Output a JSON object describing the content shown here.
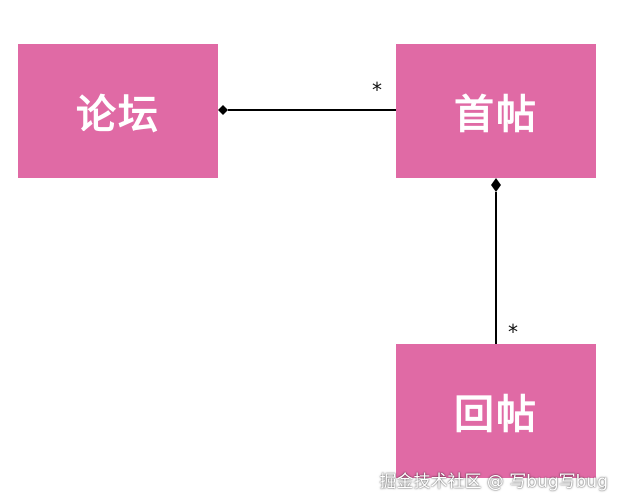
{
  "diagram": {
    "nodes": {
      "forum": {
        "label": "论坛"
      },
      "post": {
        "label": "首帖"
      },
      "reply": {
        "label": "回帖"
      }
    },
    "edges": [
      {
        "from": "forum",
        "to": "post",
        "type": "composition",
        "multiplicity": "*"
      },
      {
        "from": "post",
        "to": "reply",
        "type": "composition",
        "multiplicity": "*"
      }
    ],
    "colors": {
      "node_fill": "#e06aa5",
      "line": "#000000"
    }
  },
  "watermark": "掘金技术社区 @ 写bug写bug"
}
